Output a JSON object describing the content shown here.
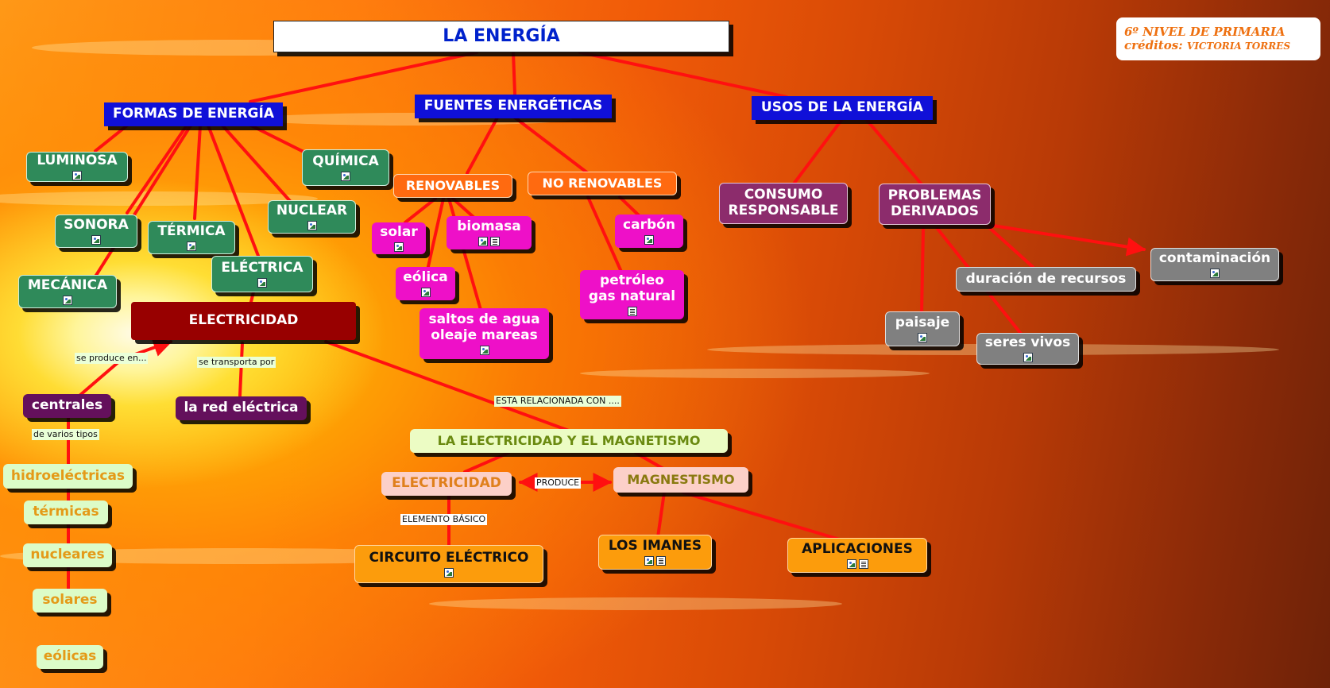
{
  "title": "LA ENERGÍA",
  "credits": {
    "line1": "6º NIVEL DE PRIMARIA",
    "prefix": "créditos:",
    "author": "VICTORIA TORRES"
  },
  "colors": {
    "link": "#ff1010",
    "title_text": "#0022cc",
    "category": "#1010d8",
    "forms": "#2f8a5a"
  },
  "nodes": {
    "formas": "FORMAS DE ENERGÍA",
    "fuentes": "FUENTES ENERGÉTICAS",
    "usos": "USOS DE LA ENERGÍA",
    "luminosa": "LUMINOSA",
    "sonora": "SONORA",
    "termica": "TÉRMICA",
    "mecanica": "MECÁNICA",
    "electrica": "ELÉCTRICA",
    "quimica": "QUÍMICA",
    "nuclear": "NUCLEAR",
    "electricidad": "ELECTRICIDAD",
    "centrales": "centrales",
    "red": "la red eléctrica",
    "hidro": "hidroeléctricas",
    "termicas": "térmicas",
    "nucleares": "nucleares",
    "solares": "solares",
    "eolicas": "eólicas",
    "renovables": "RENOVABLES",
    "no_renovables": "NO RENOVABLES",
    "solar": "solar",
    "biomasa": "biomasa",
    "eolica": "eólica",
    "saltos_1": "saltos de agua",
    "saltos_2": "oleaje mareas",
    "carbon": "carbón",
    "petroleo_1": "petróleo",
    "petroleo_2": "gas natural",
    "consumo_1": "CONSUMO",
    "consumo_2": "RESPONSABLE",
    "problemas_1": "PROBLEMAS",
    "problemas_2": "DERIVADOS",
    "contaminacion": "contaminación",
    "duracion": "duración de recursos",
    "paisaje": "paisaje",
    "seres_vivos": "seres vivos",
    "elec_mag": "LA ELECTRICIDAD  Y EL MAGNETISMO",
    "electricidad2": "ELECTRICIDAD",
    "magnetismo": "MAGNESTISMO",
    "circuito": "CIRCUITO ELÉCTRICO",
    "imanes": "LOS IMANES",
    "aplicaciones": "APLICACIONES"
  },
  "link_labels": {
    "se_produce": "se produce en...",
    "se_transporta": "se transporta por",
    "varios_tipos": "de varios tipos",
    "relacionada": "ESTA RELACIONADA CON  ....",
    "produce": "PRODUCE",
    "elemento": "ELEMENTO BÁSICO"
  }
}
